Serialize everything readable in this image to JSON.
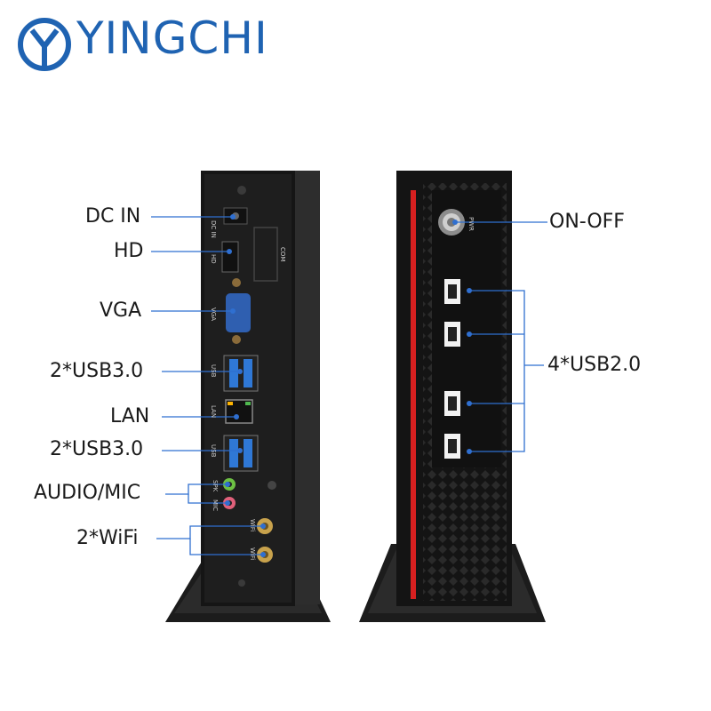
{
  "brand": {
    "name": "YINGCHI",
    "logo_color": "#1f63b2"
  },
  "labels": {
    "dc_in": "DC IN",
    "hd": "HD",
    "vga": "VGA",
    "usb3_top": "2*USB3.0",
    "lan": "LAN",
    "usb3_bottom": "2*USB3.0",
    "audio_mic": "AUDIO/MIC",
    "wifi": "2*WiFi",
    "on_off": "ON-OFF",
    "usb2": "4*USB2.0"
  },
  "port_marks": {
    "dc": "DC IN",
    "hd": "HD",
    "com": "COM",
    "vga": "VGA",
    "usb_a": "USB",
    "lan": "LAN",
    "usb_b": "USB",
    "spk": "SPK",
    "mic": "MIC",
    "wifi_a": "WiFi",
    "wifi_b": "WiFi",
    "pwr": "PWR"
  },
  "colors": {
    "callout_line": "#2f6fd0",
    "chassis": "#1a1a1a",
    "accent_red": "#d62020",
    "usb3_blue": "#2f78d6"
  }
}
